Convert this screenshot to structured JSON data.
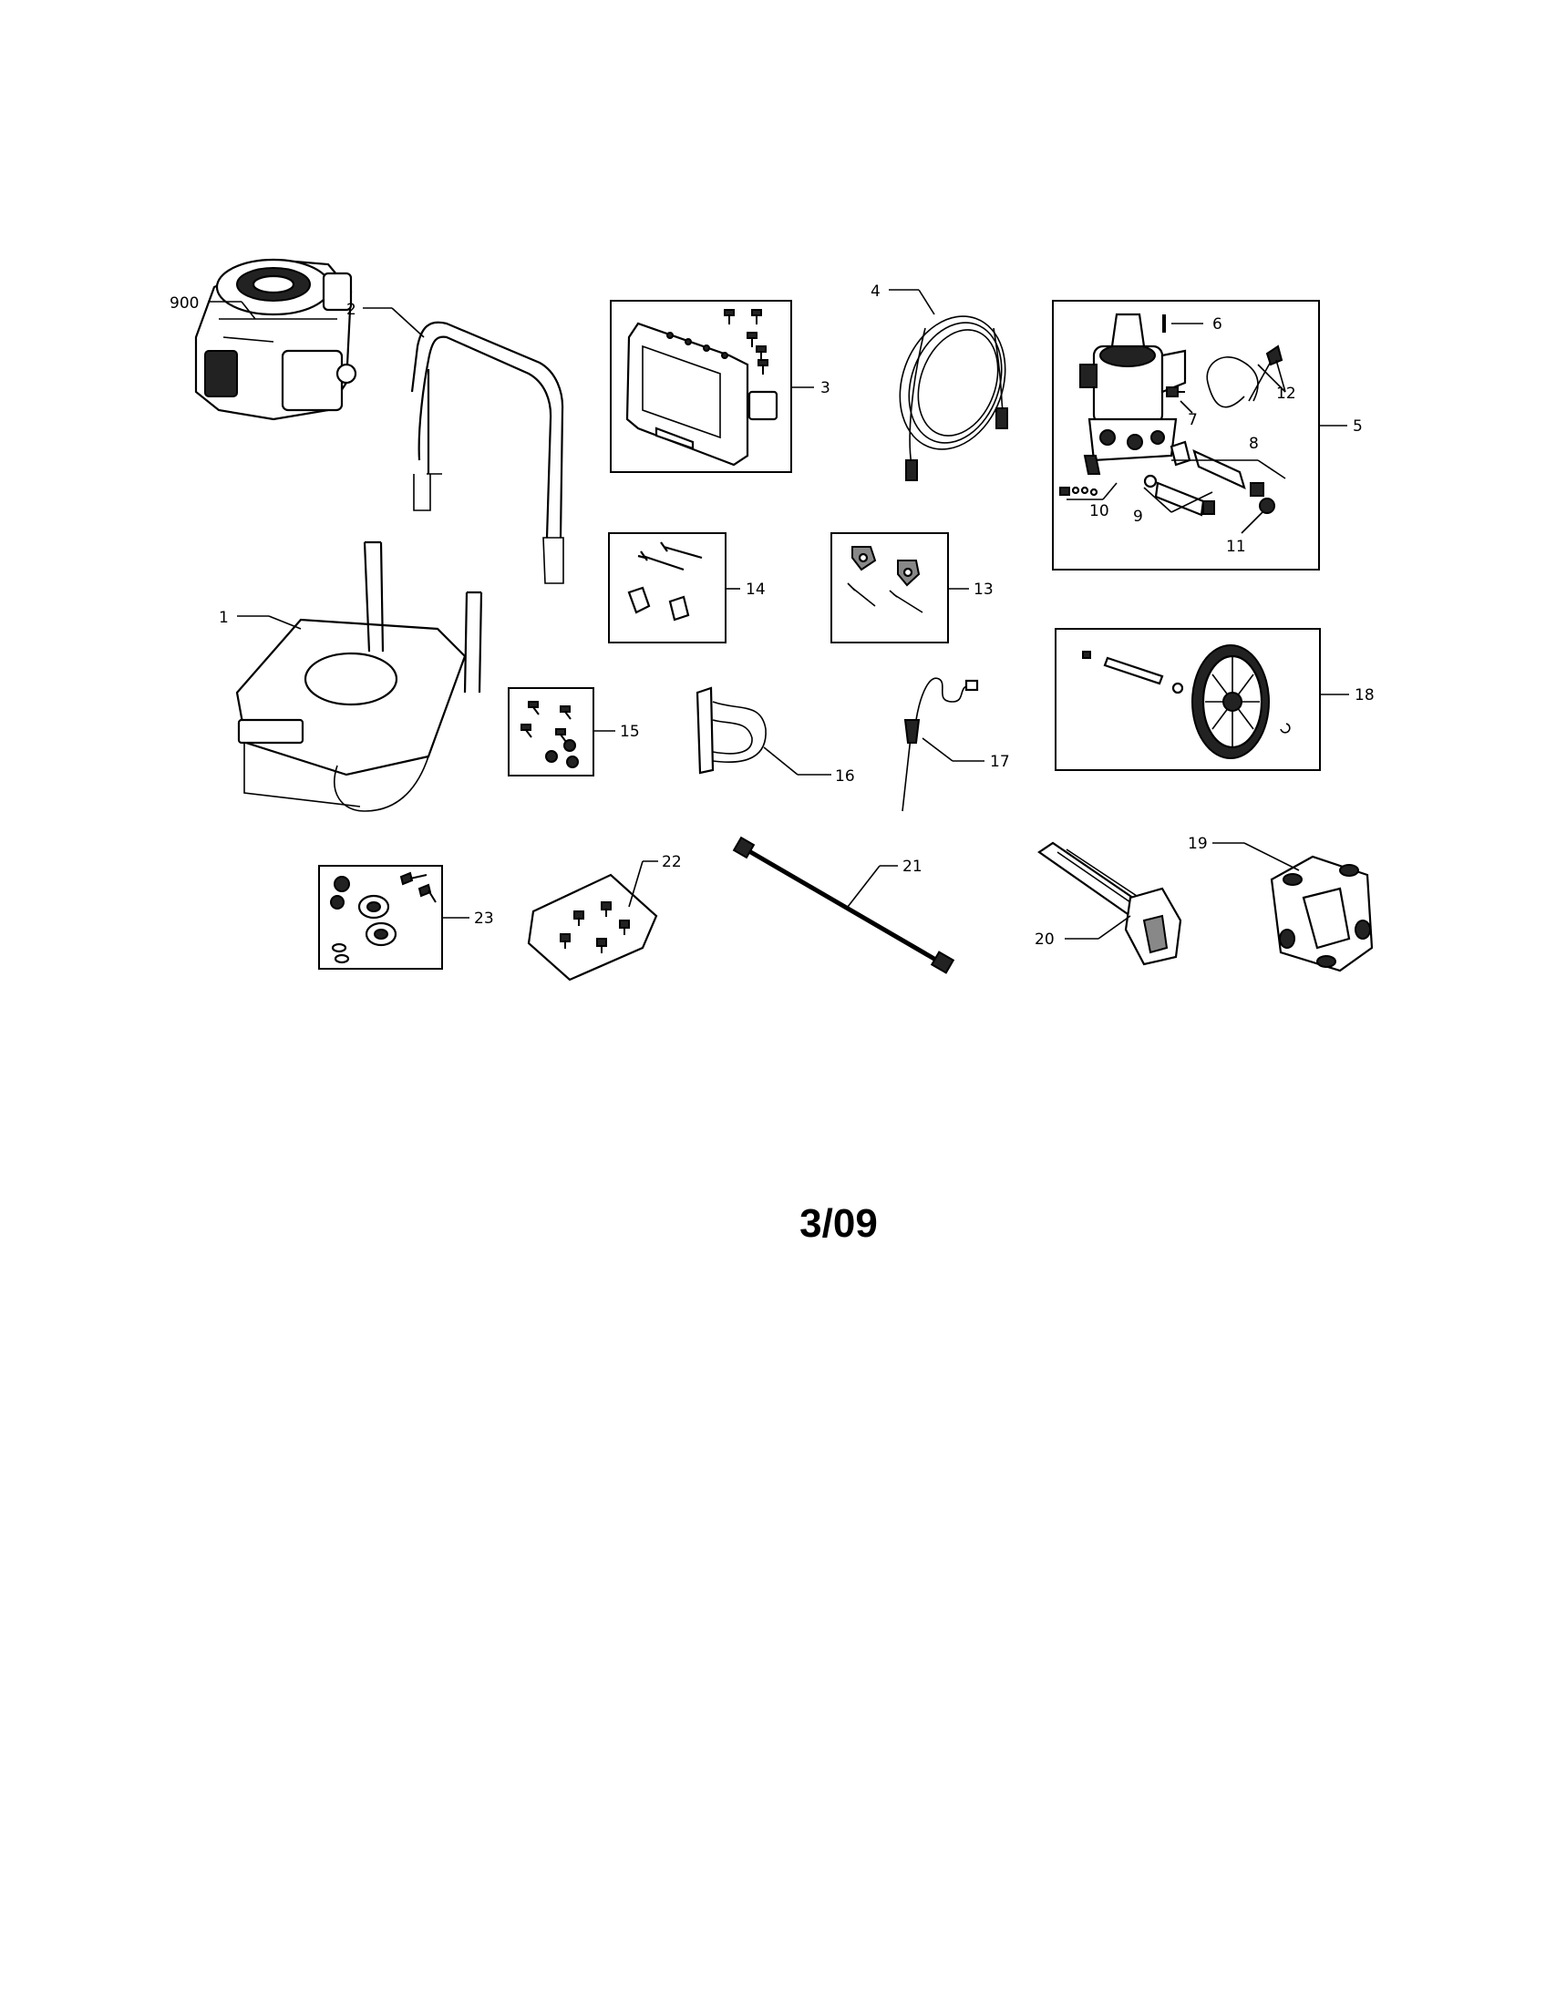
{
  "callouts": {
    "c900": "900",
    "c1": "1",
    "c2": "2",
    "c3": "3",
    "c4": "4",
    "c5": "5",
    "c6": "6",
    "c7": "7",
    "c8": "8",
    "c9": "9",
    "c10": "10",
    "c11": "11",
    "c12": "12",
    "c13": "13",
    "c14": "14",
    "c15": "15",
    "c16": "16",
    "c17": "17",
    "c18": "18",
    "c19": "19",
    "c20": "20",
    "c21": "21",
    "c22": "22",
    "c23": "23"
  },
  "footer": {
    "date_code": "3/09"
  }
}
